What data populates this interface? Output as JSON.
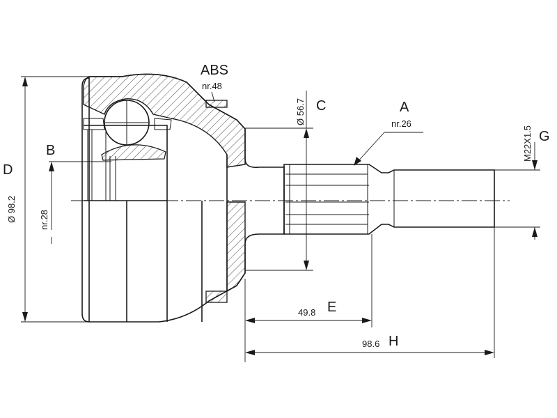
{
  "labels": {
    "abs": "ABS",
    "abs_count": "nr.48",
    "a": "A",
    "a_count": "nr.26",
    "b": "B",
    "b_count": "nr.28",
    "c": "C",
    "d": "D",
    "e": "E",
    "g": "G",
    "h": "H"
  },
  "dimensions": {
    "d_value": "Ø 98.2",
    "c_value": "Ø 56.7",
    "e_value": "49.8",
    "h_value": "98.6",
    "g_value": "M22X1.5"
  }
}
